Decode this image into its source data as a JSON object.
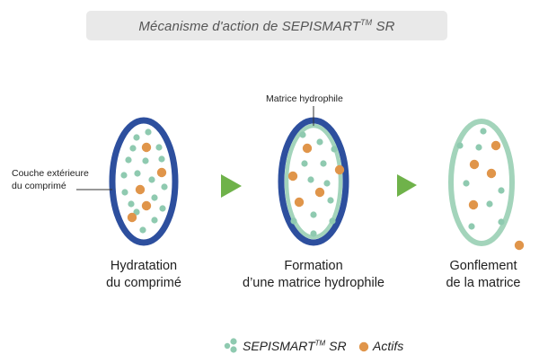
{
  "title": {
    "text": "Mécanisme d'action de SEPISMART",
    "trademark": "TM",
    "suffix": " SR"
  },
  "colors": {
    "title_bg": "#e9e9e9",
    "outer_layer_blue": "#2d4f9e",
    "hydrophilic_matrix_green": "#a3d4bb",
    "sepismart_dot": "#8fcab0",
    "actifs_dot": "#e0954a",
    "arrow": "#6fb24a"
  },
  "callouts": {
    "outer_layer": [
      "Couche extérieure",
      "du comprimé"
    ],
    "hydrophilic_matrix": "Matrice hydrophile"
  },
  "stages": [
    {
      "label_line1": "Hydratation",
      "label_line2": "du comprimé"
    },
    {
      "label_line1": "Formation",
      "label_line2": "d’une matrice hydrophile"
    },
    {
      "label_line1": "Gonflement",
      "label_line2": "de la matrice"
    }
  ],
  "legend": {
    "sepismart_label": "SEPISMART",
    "sepismart_tm": "TM",
    "sepismart_suffix": " SR",
    "actifs_label": "Actifs"
  }
}
